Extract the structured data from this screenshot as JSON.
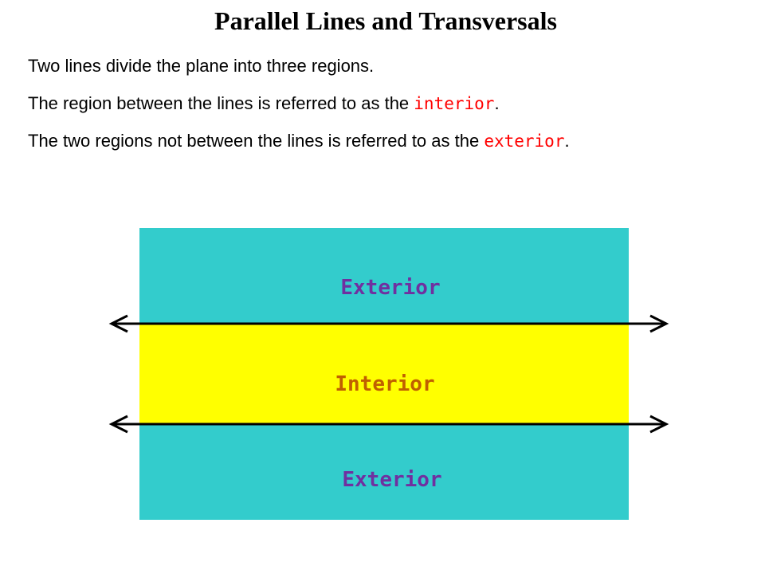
{
  "title": "Parallel Lines and Transversals",
  "text": {
    "line1": "Two lines divide the plane into three regions.",
    "line2_before": "The region between the lines is referred to as the ",
    "line2_term": "interior",
    "line2_after": ".",
    "line3_before": "The two regions not between the lines is referred to as the ",
    "line3_term": "exterior",
    "line3_after": "."
  },
  "diagram": {
    "labels": {
      "exterior_top": "Exterior",
      "interior": "Interior",
      "exterior_bottom": "Exterior"
    },
    "colors": {
      "exterior_fill": "#33cccc",
      "interior_fill": "#ffff00",
      "exterior_label": "#7030a0",
      "interior_label": "#c05f00",
      "line": "#000000",
      "term_highlight": "#ff0000"
    }
  }
}
